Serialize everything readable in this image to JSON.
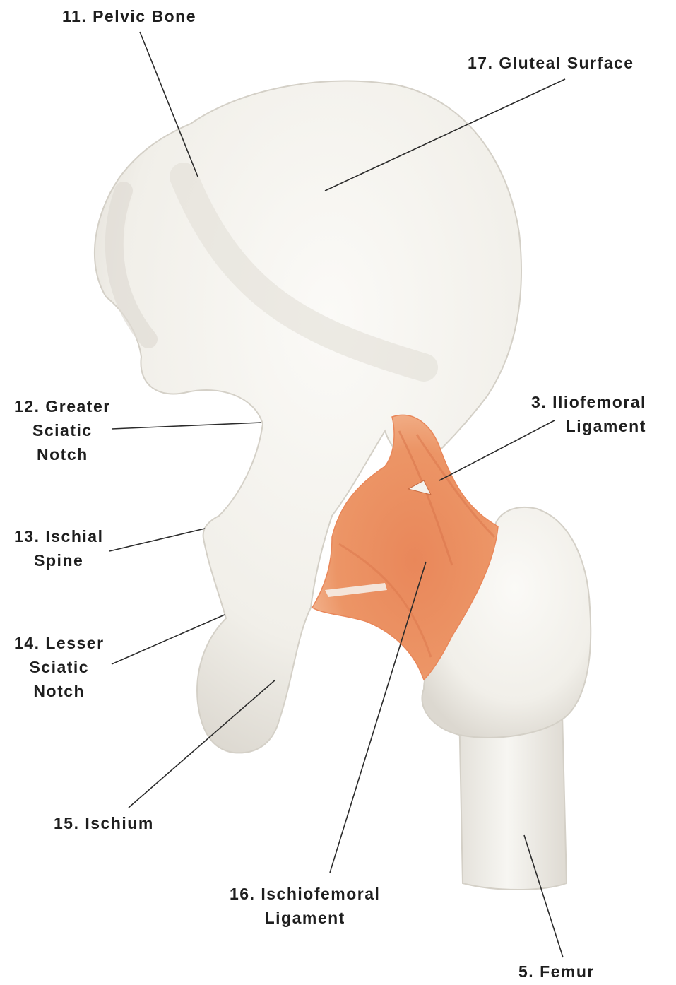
{
  "colors": {
    "bone": "#f1efe9",
    "bone_shadow": "#dcd8d0",
    "ligament": "#e9875a",
    "ligament_light": "#f2b48f",
    "leader_line": "#2b2b2b",
    "text": "#1e1e1e"
  },
  "labels": {
    "pelvic_bone": "11. Pelvic Bone",
    "gluteal_surface": "17. Gluteal Surface",
    "greater_sciatic_notch": [
      "12. Greater",
      "Sciatic",
      "Notch"
    ],
    "iliofemoral_ligament": [
      "3. Iliofemoral",
      "Ligament"
    ],
    "ischial_spine": [
      "13. Ischial",
      "Spine"
    ],
    "lesser_sciatic_notch": [
      "14. Lesser",
      "Sciatic",
      "Notch"
    ],
    "ischium": "15. Ischium",
    "ischiofemoral_ligament": [
      "16. Ischiofemoral",
      "Ligament"
    ],
    "femur": "5. Femur"
  }
}
